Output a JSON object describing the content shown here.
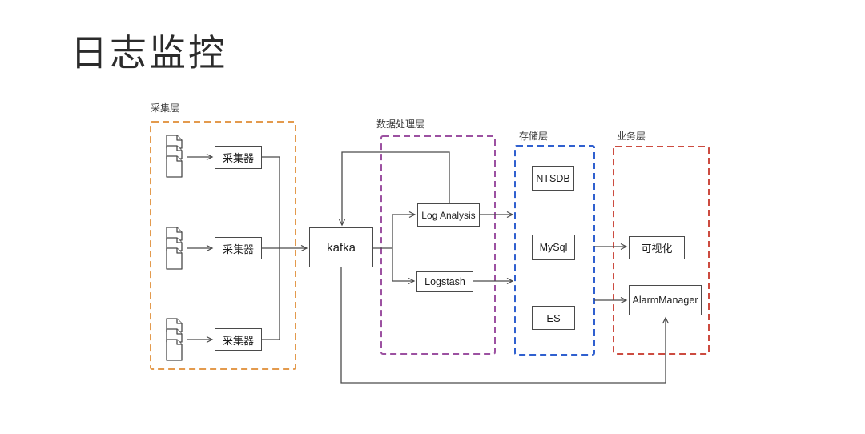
{
  "title": "日志监控",
  "layers": {
    "collection": {
      "label": "采集层",
      "color": "#e39a4d"
    },
    "processing": {
      "label": "数据处理层",
      "color": "#9c51a1"
    },
    "storage": {
      "label": "存储层",
      "color": "#3060cf"
    },
    "business": {
      "label": "业务层",
      "color": "#cc4b40"
    }
  },
  "nodes": {
    "collector1": {
      "label": "采集器"
    },
    "collector2": {
      "label": "采集器"
    },
    "collector3": {
      "label": "采集器"
    },
    "kafka": {
      "label": "kafka"
    },
    "log_analysis": {
      "label": "Log Analysis"
    },
    "logstash": {
      "label": "Logstash"
    },
    "ntsdb": {
      "label": "NTSDB"
    },
    "mysql": {
      "label": "MySql"
    },
    "es": {
      "label": "ES"
    },
    "visualization": {
      "label": "可视化"
    },
    "alarm_manager": {
      "label": "AlarmManager"
    }
  },
  "icons": {
    "sources": [
      "log-files-icon",
      "log-files-icon",
      "log-files-icon"
    ]
  },
  "connections": [
    {
      "from": "log-files-1",
      "to": "collector1"
    },
    {
      "from": "log-files-2",
      "to": "collector2"
    },
    {
      "from": "log-files-3",
      "to": "collector3"
    },
    {
      "from": "collector1",
      "to": "kafka"
    },
    {
      "from": "collector2",
      "to": "kafka"
    },
    {
      "from": "collector3",
      "to": "kafka"
    },
    {
      "from": "kafka",
      "to": "log_analysis"
    },
    {
      "from": "kafka",
      "to": "logstash"
    },
    {
      "from": "log_analysis",
      "to": "kafka"
    },
    {
      "from": "log_analysis",
      "to": "storage_layer"
    },
    {
      "from": "logstash",
      "to": "storage_layer"
    },
    {
      "from": "storage_layer",
      "to": "visualization"
    },
    {
      "from": "storage_layer",
      "to": "alarm_manager"
    },
    {
      "from": "kafka",
      "to": "alarm_manager"
    }
  ],
  "colors": {
    "line": "#4a4a4a",
    "node_border": "#4a4a4a",
    "text": "#1c1c1c",
    "background": "#ffffff"
  }
}
